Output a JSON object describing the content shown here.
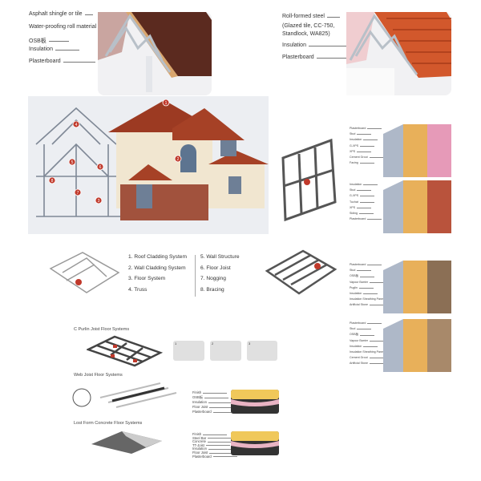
{
  "roof_asphalt": {
    "labels": [
      "Asphalt shingle or tile",
      "Water-proofing roll material",
      "OSB板",
      "Insulation",
      "Plasterboard"
    ]
  },
  "roof_steel": {
    "labels": [
      "Roll-formed steel",
      "(Glazed tile, CC-750,",
      "Standlock, WA825)",
      "Insulation",
      "Plasterboard"
    ]
  },
  "house": {
    "markers": [
      "1",
      "2",
      "3",
      "4",
      "5",
      "6",
      "7",
      "8"
    ]
  },
  "legend": {
    "left": [
      "1. Roof Cladding System",
      "2. Wall Cladding System",
      "3. Floor System",
      "4. Truss"
    ],
    "right": [
      "5. Wall Structure",
      "6. Floor Joist",
      "7. Nogging",
      "8. Bracing"
    ]
  },
  "wall_sections": [
    {
      "labels": [
        "Plasterboard",
        "Stud",
        "Insulation",
        "G-XPS",
        "XPS",
        "Cement Grout",
        "Facing"
      ],
      "colors": [
        "#e8b05a",
        "#e69ab8"
      ]
    },
    {
      "labels": [
        "Insulation",
        "Stud",
        "G-XPS",
        "Tuchat",
        "XPS",
        "Siding",
        "Plasterboard"
      ],
      "colors": [
        "#e8b05a",
        "#b9533c"
      ]
    },
    {
      "labels": [
        "Plasterboard",
        "Stud",
        "OSB板",
        "Vapour Barrier",
        "Puglin",
        "Insulation",
        "Insulation Sheathing Panel",
        "Artificial Stone"
      ],
      "colors": [
        "#e8b05a",
        "#8b6f55"
      ]
    },
    {
      "labels": [
        "Plasterboard",
        "Stud",
        "OSB板",
        "Vapour Barrier",
        "Insulation",
        "Insulation Sheathing Panel",
        "Cement Grout",
        "Artificial Stone"
      ],
      "colors": [
        "#e8b05a",
        "#a8896a"
      ]
    }
  ],
  "floor": {
    "c_purlin_title": "C Purlin Joist Floor Systems",
    "profiles": [
      "1",
      "2",
      "3"
    ],
    "web_joist_title": "Web Joist Floor Systems",
    "web_labels": [
      "Finish",
      "OSB板",
      "Insulation",
      "Floor Joist",
      "Plasterboard"
    ],
    "lost_form_title": "Lost Form Concrete Floor Systems",
    "lost_labels": [
      "Finish",
      "Steel Bar",
      "Concrete",
      "TT-Joist",
      "Insulation",
      "Floor Joist",
      "Plasterboard"
    ]
  }
}
